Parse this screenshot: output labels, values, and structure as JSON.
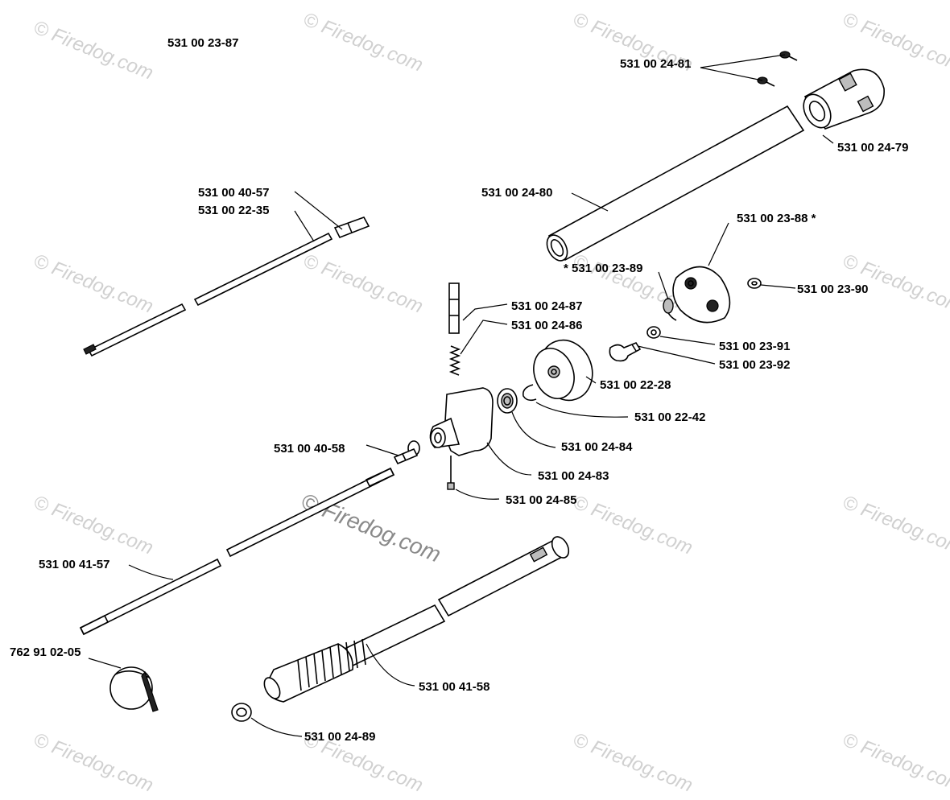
{
  "diagram": {
    "watermark": "© Firedog.com",
    "part_labels": [
      {
        "id": "p1",
        "text": "531 00 23-87"
      },
      {
        "id": "p2",
        "text": "531 00 24-81"
      },
      {
        "id": "p3",
        "text": "531 00 24-79"
      },
      {
        "id": "p4",
        "text": "531 00 24-80"
      },
      {
        "id": "p5",
        "text": "531 00 40-57"
      },
      {
        "id": "p6",
        "text": "531 00 22-35"
      },
      {
        "id": "p7",
        "text": "531 00 23-88  *"
      },
      {
        "id": "p8",
        "text": "*  531 00 23-89"
      },
      {
        "id": "p9",
        "text": "531 00 23-90"
      },
      {
        "id": "p10",
        "text": "531 00 24-87"
      },
      {
        "id": "p11",
        "text": "531 00 24-86"
      },
      {
        "id": "p12",
        "text": "531 00 23-91"
      },
      {
        "id": "p13",
        "text": "531 00 23-92"
      },
      {
        "id": "p14",
        "text": "531 00 22-28"
      },
      {
        "id": "p15",
        "text": "531 00 22-42"
      },
      {
        "id": "p16",
        "text": "531 00 24-84"
      },
      {
        "id": "p17",
        "text": "531 00 40-58"
      },
      {
        "id": "p18",
        "text": "531 00 24-83"
      },
      {
        "id": "p19",
        "text": "531 00 24-85"
      },
      {
        "id": "p20",
        "text": "531 00 41-57"
      },
      {
        "id": "p21",
        "text": "762 91 02-05"
      },
      {
        "id": "p22",
        "text": "531 00 41-58"
      },
      {
        "id": "p23",
        "text": "531 00 24-89"
      }
    ]
  }
}
